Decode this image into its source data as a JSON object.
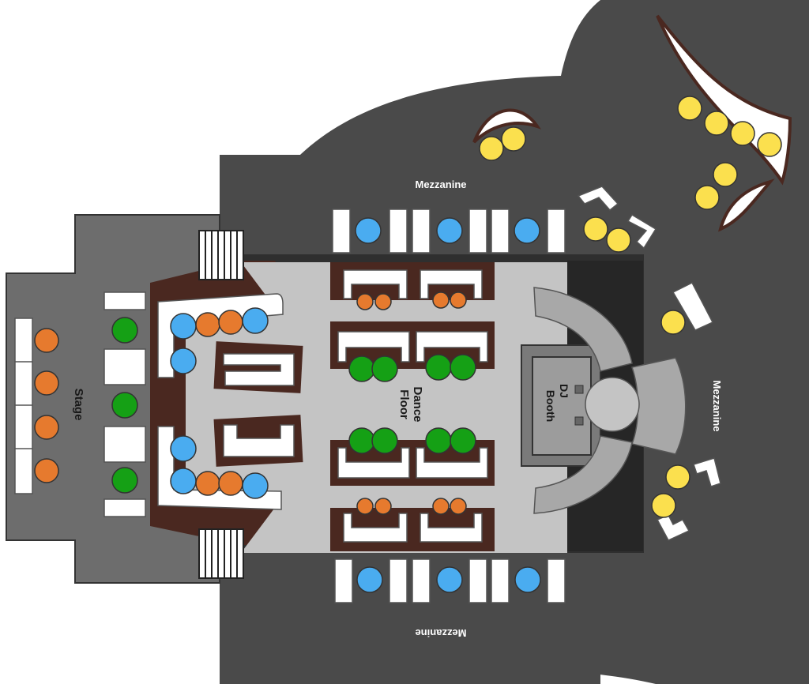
{
  "map": {
    "labels": {
      "mezzanine_top": "Mezzanine",
      "mezzanine_right": "Mezzanine",
      "mezzanine_bottom": "Mezzanine",
      "stage": "Stage",
      "dance_floor_line1": "Dance",
      "dance_floor_line2": "Floor",
      "dj_booth_line1": "DJ",
      "dj_booth_line2": "Booth"
    },
    "colors": {
      "outer_floor": "#4a4a4a",
      "stage_floor": "#6d6d6d",
      "dance_floor": "#c4c4c4",
      "booth_wood": "#4a2820",
      "sofa": "#ffffff",
      "table_blue": "#4aacf0",
      "table_orange": "#e67a2e",
      "table_green": "#15a015",
      "table_yellow": "#fbe04e",
      "dark_accent": "#262626"
    }
  }
}
